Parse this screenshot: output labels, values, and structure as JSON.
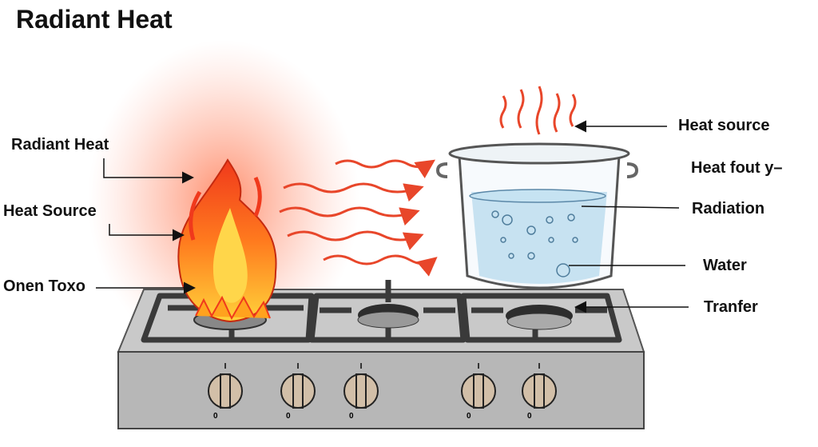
{
  "title": "Radiant Heat",
  "labels": {
    "left_radiant_heat": "Radiant Heat",
    "left_heat_source": "Heat Source",
    "left_onen_toxo": "Onen Toxo",
    "right_heat_source": "Heat source",
    "right_heat_fout": "Heat fout  y–",
    "right_radiation": "Radiation",
    "right_water": "Water",
    "right_tranfer": "Tranfer"
  },
  "knobs": [
    {
      "top": "I",
      "bottom": "0"
    },
    {
      "top": "I",
      "bottom": "0"
    },
    {
      "top": "I",
      "bottom": "0"
    },
    {
      "top": "I",
      "bottom": "0"
    },
    {
      "top": "I",
      "bottom": "0"
    }
  ],
  "colors": {
    "flame": "#f4511e",
    "wave": "#e8462a",
    "water": "#a9d3ea",
    "knob": "#d2bfa8",
    "stove": "#b7b7b7"
  }
}
